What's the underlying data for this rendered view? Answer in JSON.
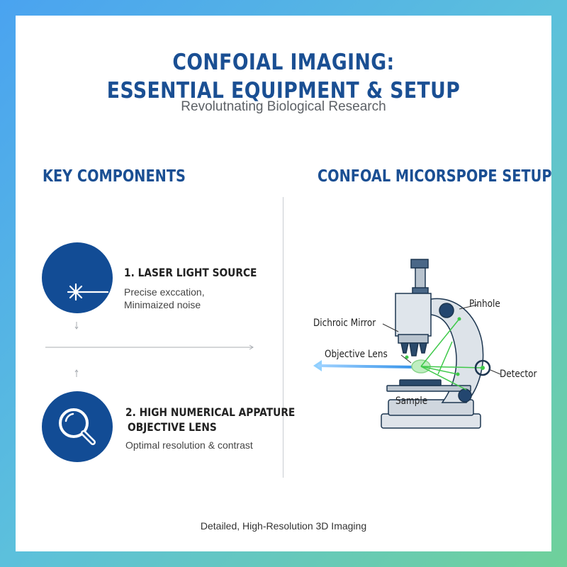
{
  "header": {
    "title_line1": "CONFOIAL IMAGING:",
    "title_line2": "ESSENTIAL EQUIPMENT & SETUP",
    "subtitle": "Revolutnating Biological Research"
  },
  "left": {
    "heading": "KEY COMPONENTS",
    "components": [
      {
        "title": "1. LASER LIGHT SOURCE",
        "desc_line1": "Precise exccation,",
        "desc_line2": "Minimaized noise",
        "icon": "laser-star-icon"
      },
      {
        "title_line1": "2. HIGH NUMERICAL APPATURE",
        "title_line2": "OBJECTIVE LENS",
        "desc": "Optimal resolution & contrast",
        "icon": "magnifier-icon"
      }
    ]
  },
  "right": {
    "heading": "CONFOAL MICORSPOPE SETUP",
    "labels": {
      "pinhole": "Pinhole",
      "dichroic": "Dichroic Mirror",
      "objective": "Objective Lens",
      "detector": "Detector",
      "sample": "Sample"
    }
  },
  "footer": "Detailed, High-Resolution 3D Imaging",
  "colors": {
    "accent": "#1a4f93",
    "icon_circle": "#124c95",
    "beam": "#3fc94a",
    "laser": "#2f8fe8"
  }
}
